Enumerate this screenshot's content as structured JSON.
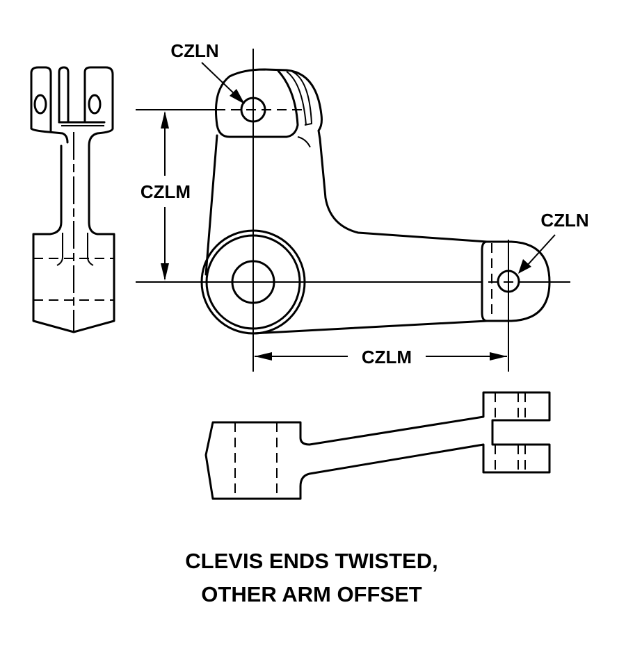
{
  "labels": {
    "top_hole": "CZLN",
    "right_hole": "CZLN",
    "vertical_dim": "CZLM",
    "horizontal_dim": "CZLM"
  },
  "caption": {
    "line1": "CLEVIS ENDS TWISTED,",
    "line2": "OTHER ARM OFFSET"
  }
}
